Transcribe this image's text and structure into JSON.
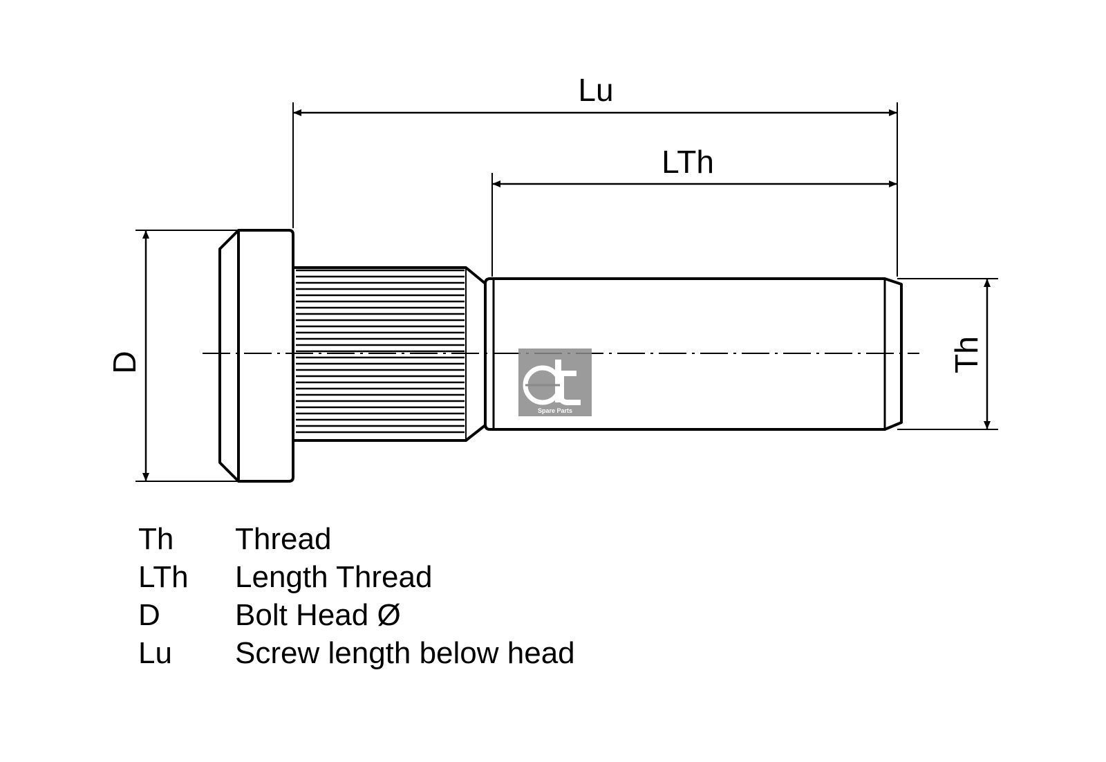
{
  "dimensions": {
    "lu": "Lu",
    "lth": "LTh",
    "d": "D",
    "th": "Th"
  },
  "logo": {
    "brand": "dt",
    "subtitle": "Spare Parts"
  },
  "legend": [
    {
      "abbr": "Th",
      "description": "Thread"
    },
    {
      "abbr": "LTh",
      "description": "Length Thread"
    },
    {
      "abbr": "D",
      "description": "Bolt Head Ø"
    },
    {
      "abbr": "Lu",
      "description": "Screw length below head"
    }
  ],
  "colors": {
    "line": "#000000",
    "logo": "#8a8a8a"
  }
}
